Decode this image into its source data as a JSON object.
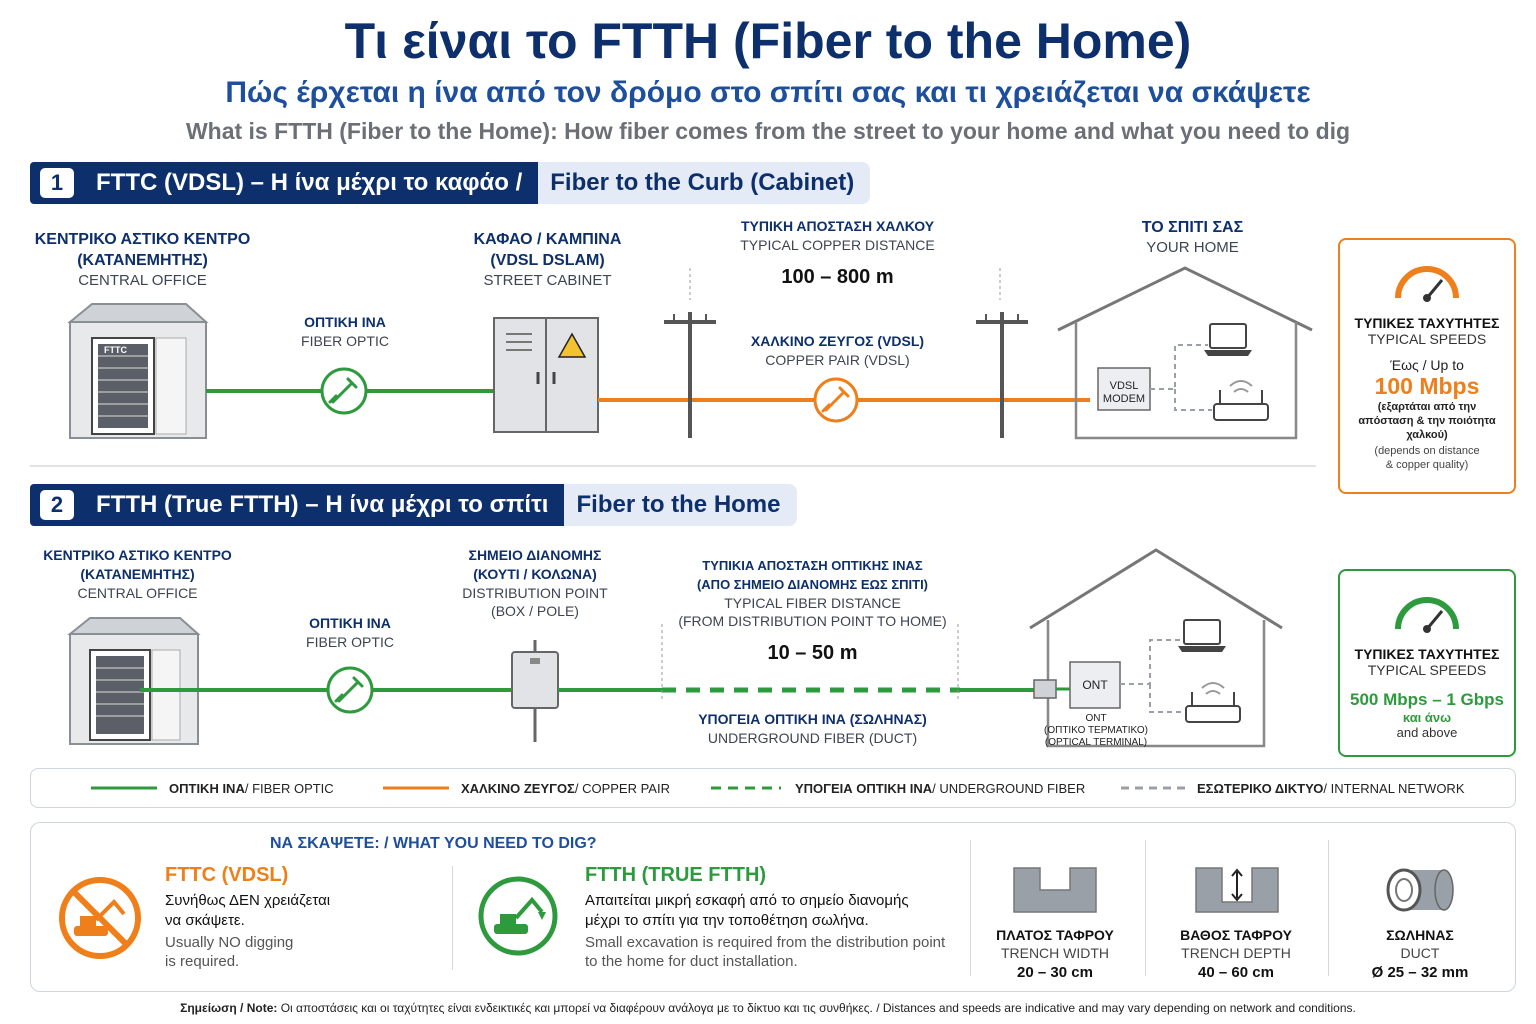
{
  "header": {
    "title": "Τι είναι το FTTH (Fiber to the Home)",
    "subtitle": "Πώς έρχεται η ίνα από τον δρόμο στο σπίτι σας και τι χρειάζεται να σκάψετε",
    "subtitle_en": "What is FTTH (Fiber to the Home): How fiber comes from the street to your home and what you need to dig"
  },
  "section1": {
    "number": "1",
    "title_dark": "FTTC (VDSL) – Η ίνα μέχρι το καφάο /",
    "title_light": "Fiber to the Curb (Cabinet)",
    "central_office": {
      "gr1": "ΚΕΝΤΡΙΚΟ ΑΣΤΙΚΟ ΚΕΝΤΡΟ",
      "gr2": "(ΚΑΤΑΝΕΜΗΤΗΣ)",
      "en": "CENTRAL OFFICE",
      "rack_label": "FTTC"
    },
    "fiber": {
      "gr": "ΟΠΤΙΚΗ ΙΝΑ",
      "en": "FIBER OPTIC"
    },
    "cabinet": {
      "gr1": "ΚΑΦΑΟ / ΚΑΜΠΙΝΑ",
      "gr2": "(VDSL DSLAM)",
      "en": "STREET CABINET"
    },
    "distance": {
      "gr": "ΤΥΠΙΚΗ ΑΠΟΣΤΑΣΗ ΧΑΛΚΟΥ",
      "en": "TYPICAL COPPER DISTANCE",
      "value": "100 – 800 m"
    },
    "copper": {
      "gr": "ΧΑΛΚΙΝΟ ΖΕΥΓΟΣ (VDSL)",
      "en": "COPPER PAIR (VDSL)"
    },
    "home": {
      "gr": "ΤΟ ΣΠΙΤΙ ΣΑΣ",
      "en": "YOUR HOME"
    },
    "modem": {
      "line1": "VDSL",
      "line2": "MODEM"
    },
    "speed": {
      "gr": "ΤΥΠΙΚΕΣ ΤΑΧΥΤΗΤΕΣ",
      "en": "TYPICAL SPEEDS",
      "upto": "Έως / Up to",
      "value": "100 Mbps",
      "note_gr1": "(εξαρτάται από την",
      "note_gr2": "απόσταση & την ποιότητα",
      "note_gr3": "χαλκού)",
      "note_en1": "(depends on distance",
      "note_en2": "& copper quality)"
    }
  },
  "section2": {
    "number": "2",
    "title_dark": "FTTH (True FTTH) – Η ίνα μέχρι το σπίτι",
    "title_light": "Fiber to the Home",
    "central_office": {
      "gr1": "ΚΕΝΤΡΙΚΟ ΑΣΤΙΚΟ ΚΕΝΤΡΟ",
      "gr2": "(ΚΑΤΑΝΕΜΗΤΗΣ)",
      "en": "CENTRAL OFFICE"
    },
    "fiber": {
      "gr": "ΟΠΤΙΚΗ ΙΝΑ",
      "en": "FIBER OPTIC"
    },
    "distribution": {
      "gr1": "ΣΗΜΕΙΟ ΔΙΑΝΟΜΗΣ",
      "gr2": "(ΚΟΥΤΙ / ΚΟΛΩΝΑ)",
      "en1": "DISTRIBUTION POINT",
      "en2": "(BOX / POLE)"
    },
    "distance": {
      "gr1": "ΤΥΠΙΚΙΑ ΑΠΟΣΤΑΣΗ ΟΠΤΙΚΗΣ ΙΝΑΣ",
      "gr2": "(ΑΠΟ ΣΗΜΕΙΟ ΔΙΑΝΟΜΗΣ ΕΩΣ ΣΠΙΤΙ)",
      "en1": "TYPICAL FIBER DISTANCE",
      "en2": "(FROM DISTRIBUTION POINT TO HOME)",
      "value": "10 – 50 m"
    },
    "underground": {
      "gr": "ΥΠΟΓΕΙΑ ΟΠΤΙΚΗ ΙΝΑ (ΣΩΛΗΝΑΣ)",
      "en": "UNDERGROUND FIBER (DUCT)"
    },
    "ont": {
      "label": "ONT",
      "caption1": "ONT",
      "caption2": "(ΟΠΤΙΚΟ ΤΕΡΜΑΤΙΚΟ)",
      "caption3": "(OPTICAL TERMINAL)"
    },
    "speed": {
      "gr": "ΤΥΠΙΚΕΣ ΤΑΧΥΤΗΤΕΣ",
      "en": "TYPICAL SPEEDS",
      "value": "500 Mbps – 1 Gbps",
      "and_gr": "και άνω",
      "and_en": "and above"
    }
  },
  "legend": [
    {
      "gr": "ΟΠΤΙΚΗ ΙΝΑ",
      "en": " / FIBER OPTIC"
    },
    {
      "gr": "ΧΑΛΚΙΝΟ ΖΕΥΓΟΣ",
      "en": " / COPPER PAIR"
    },
    {
      "gr": "ΥΠΟΓΕΙΑ ΟΠΤΙΚΗ ΙΝΑ",
      "en": " / UNDERGROUND FIBER"
    },
    {
      "gr": "ΕΣΩΤΕΡΙΚΟ ΔΙΚΤΥΟ",
      "en": " / INTERNAL NETWORK"
    }
  ],
  "dig": {
    "title": "ΝΑ ΣΚΑΨΕΤΕ: / WHAT YOU NEED TO DIG?",
    "fttc": {
      "head": "FTTC (VDSL)",
      "gr1": "Συνήθως ΔΕΝ χρειάζεται",
      "gr2": "να σκάψετε.",
      "en1": "Usually NO digging",
      "en2": "is required."
    },
    "ftth": {
      "head": "FTTH (TRUE FTTH)",
      "gr1": "Απαιτείται μικρή εσκαφή από το σημείο διανομής",
      "gr2": "μέχρι το σπίτι για την τοποθέτηση σωλήνα.",
      "en1": "Small excavation is required from the distribution point",
      "en2": "to the home for duct installation."
    },
    "width": {
      "gr": "ΠΛΑΤΟΣ ΤΑΦΡΟΥ",
      "en": "TRENCH WIDTH",
      "value": "20 – 30 cm"
    },
    "depth": {
      "gr": "ΒΑΘΟΣ ΤΑΦΡΟΥ",
      "en": "TRENCH DEPTH",
      "value": "40 – 60 cm"
    },
    "duct": {
      "gr": "ΣΩΛΗΝΑΣ",
      "en": "DUCT",
      "value": "Ø 25 – 32 mm"
    }
  },
  "note": {
    "label": "Σημείωση / Note:",
    "text": " Οι αποστάσεις και οι ταχύτητες είναι ενδεικτικές και μπορεί να διαφέρουν ανάλογα με το δίκτυο και τις συνθήκες. / Distances and speeds are indicative and may vary depending on network and conditions."
  },
  "colors": {
    "navy": "#0d2f6b",
    "blue": "#1d4f9c",
    "fiber": "#2e9a3e",
    "copper": "#ef7f1a",
    "internal": "#9aa0a8"
  }
}
